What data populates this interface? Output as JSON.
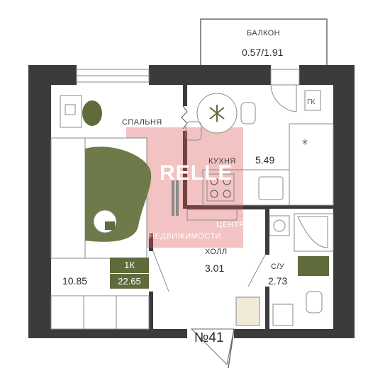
{
  "rooms": {
    "balcony": {
      "label": "БАЛКОН",
      "area": "0.57/1.91"
    },
    "bedroom": {
      "label": "СПАЛЬНЯ",
      "area": "10.85"
    },
    "kitchen": {
      "label": "КУХНЯ",
      "area": "5.49"
    },
    "hall": {
      "label": "ХОЛЛ",
      "area": "3.01"
    },
    "bathroom": {
      "label": "С/У",
      "area": "2.73"
    }
  },
  "kitchen_marker": "ГК",
  "apartment": {
    "type": "1К",
    "total_area": "22.65",
    "number": "№41"
  },
  "watermark": {
    "text1": "RELLE",
    "text2": "ЦЕНТР",
    "text3": "НЕДВИЖИМОСТИ"
  },
  "colors": {
    "wall": "#3b3b3b",
    "accent": "#5f6b3b",
    "watermark": "#d9534f"
  }
}
